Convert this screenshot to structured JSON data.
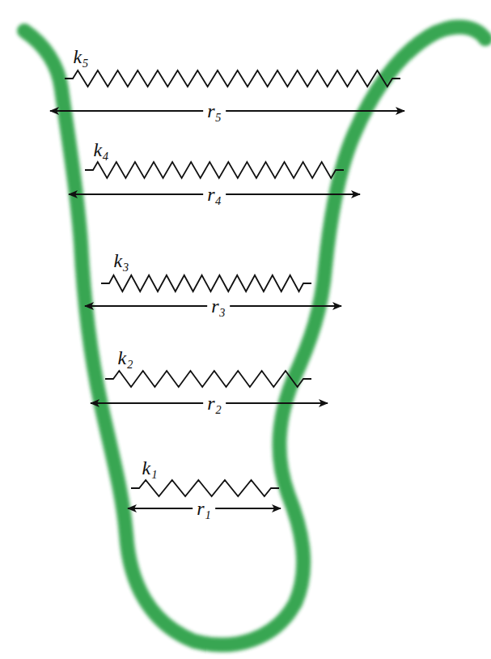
{
  "diagram": {
    "labels": [
      "k₅",
      "r₅",
      "k₄",
      "r₄",
      "k₃",
      "r₃",
      "k₂",
      "r₂",
      "k₁",
      "r₁"
    ]
  }
}
